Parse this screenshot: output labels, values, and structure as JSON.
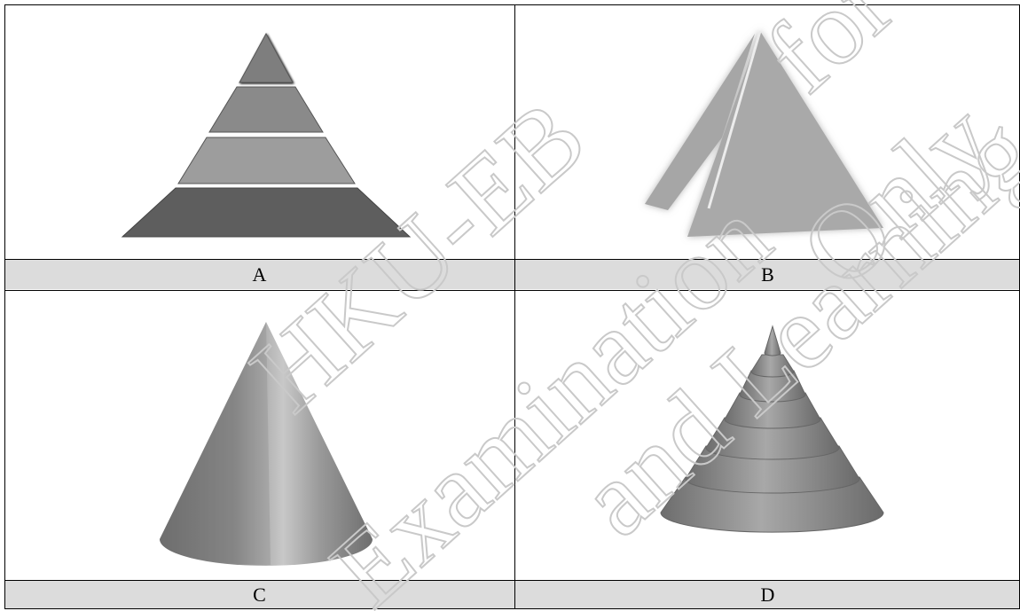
{
  "options": [
    {
      "label": "A",
      "figure": "stepped-layer-pyramid"
    },
    {
      "label": "B",
      "figure": "folded-paper-tetrahedron"
    },
    {
      "label": "C",
      "figure": "smooth-cone"
    },
    {
      "label": "D",
      "figure": "tiered-ring-cone"
    }
  ],
  "watermark": {
    "lines": [
      "HKU-EB",
      "Examination",
      "for",
      "Only",
      "and Learning"
    ],
    "color": "#c9c9c9"
  },
  "colors": {
    "label_bg": "#dcdcdc",
    "border": "#000000"
  }
}
